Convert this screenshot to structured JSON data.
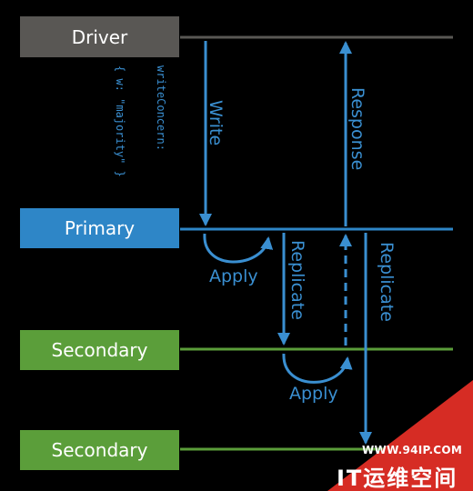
{
  "nodes": {
    "driver": "Driver",
    "primary": "Primary",
    "secondary_1": "Secondary",
    "secondary_2": "Secondary"
  },
  "edges": {
    "write": "Write",
    "write_concern_line1": "writeConcern:",
    "write_concern_line2": "{ w: \"majority\" }",
    "response": "Response",
    "apply_primary": "Apply",
    "replicate_to_secondary_1": "Replicate",
    "apply_secondary_1": "Apply",
    "replicate_to_secondary_2": "Replicate"
  },
  "watermark": {
    "url": "WWW.94IP.COM",
    "brand": "IT运维空间"
  },
  "colors": {
    "background": "#000000",
    "driver": "#595754",
    "primary": "#2e86c7",
    "secondary": "#5b9e3a",
    "arrow": "#3a8fd1",
    "watermark": "#d62c24"
  }
}
